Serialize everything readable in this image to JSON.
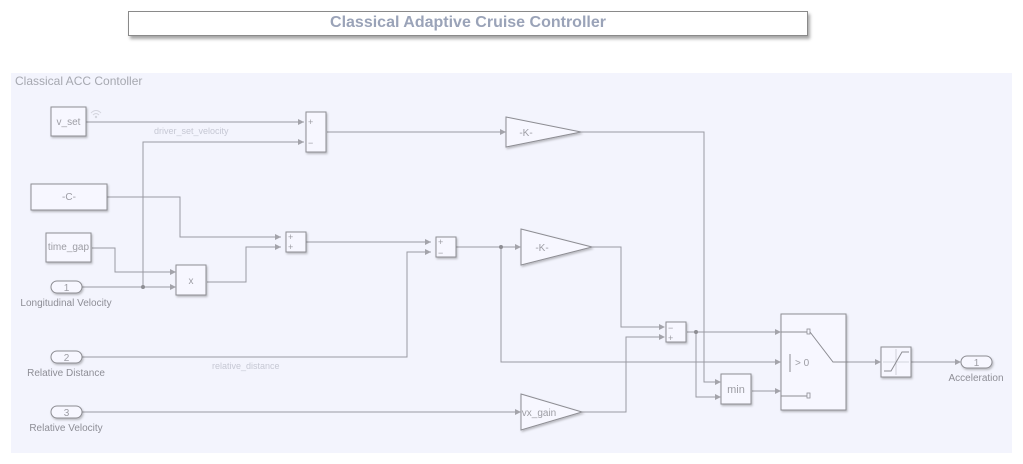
{
  "title": "Classical Adaptive Cruise Controller",
  "area_label": "Classical ACC Contoller",
  "blocks": {
    "v_set": "v_set",
    "constant": "-C-",
    "time_gap": "time_gap",
    "product": "x",
    "gain1": "-K-",
    "gain2": "-K-",
    "vx_gain": "vx_gain",
    "min": "min",
    "switch_threshold": "> 0"
  },
  "sum_signs": {
    "sum1": [
      "+",
      "−"
    ],
    "sum2": [
      "+",
      "+"
    ],
    "sum3": [
      "+",
      "−"
    ],
    "sum4": [
      "−",
      "+"
    ]
  },
  "inports": [
    {
      "number": "1",
      "label": "Longitudinal Velocity"
    },
    {
      "number": "2",
      "label": "Relative Distance"
    },
    {
      "number": "3",
      "label": "Relative Velocity"
    }
  ],
  "outports": [
    {
      "number": "1",
      "label": "Acceleration"
    }
  ],
  "signals": {
    "driver_set_velocity": "driver_set_velocity",
    "relative_distance": "relative_distance"
  }
}
